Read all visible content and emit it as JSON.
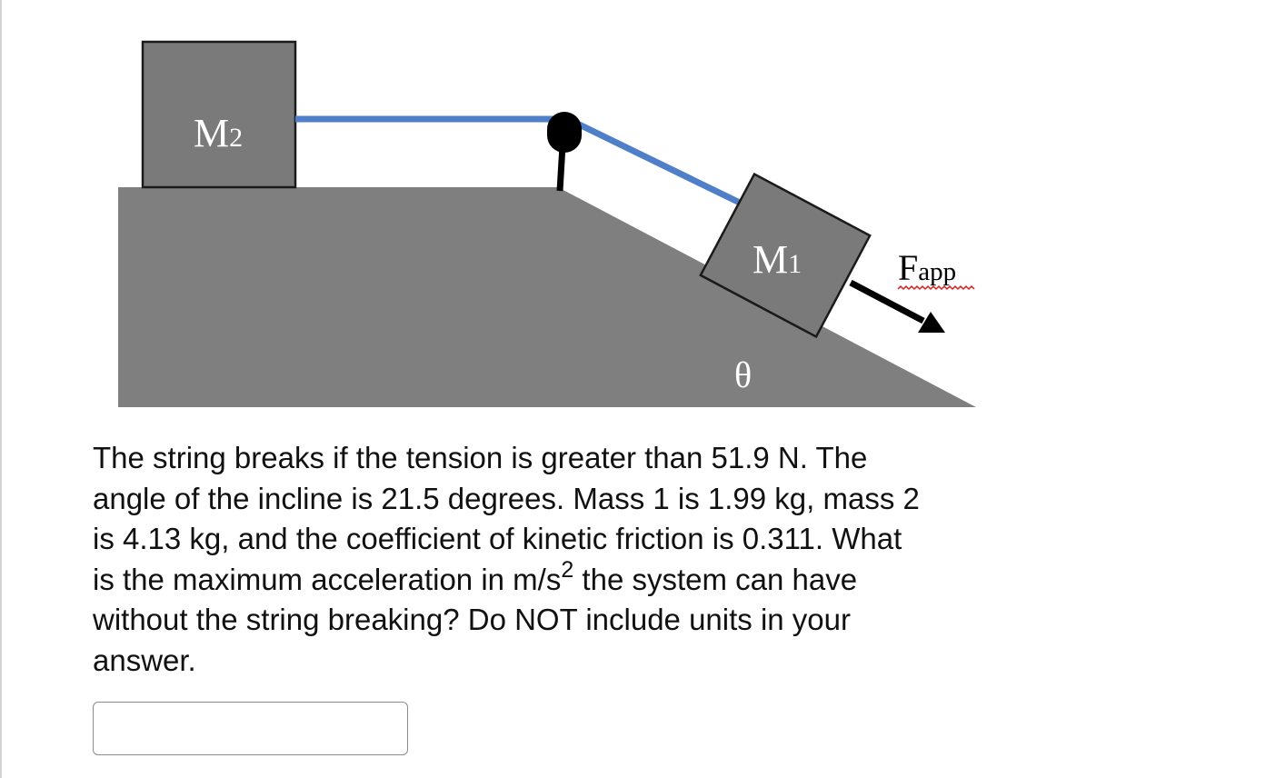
{
  "diagram": {
    "mass2_label": "M",
    "mass2_subscript": "2",
    "mass1_label": "M",
    "mass1_subscript": "1",
    "force_label": "F",
    "force_subscript": "app",
    "angle_label": "θ",
    "colors": {
      "incline": "#7f7f7f",
      "block": "#7a7a7a",
      "string": "#4f7fc8",
      "pulley": "#000000",
      "arrow": "#000000",
      "spellcheck_underline": "#d62020"
    }
  },
  "question": {
    "line1": "The string breaks if the tension is greater than 51.9 N. The",
    "line2": "angle of the incline is 21.5 degrees. Mass 1 is 1.99 kg, mass 2",
    "line3": "is 4.13 kg, and the coefficient of kinetic friction is 0.311.  What",
    "line4_before_sup": "is the maximum acceleration in m/s",
    "line4_sup": "2",
    "line4_after_sup": " the system can have",
    "line5": "without the string breaking? Do NOT include units in your",
    "line6": "answer."
  },
  "answer": {
    "value": "",
    "placeholder": ""
  }
}
